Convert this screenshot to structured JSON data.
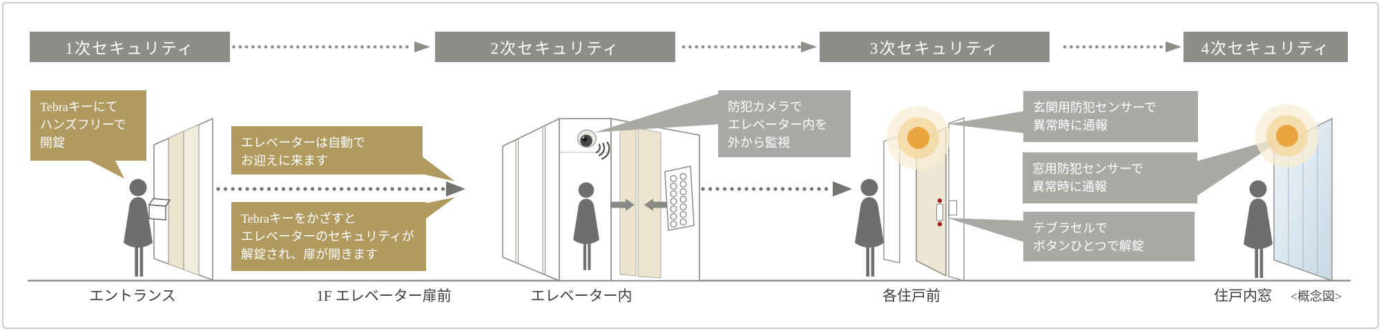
{
  "headers": {
    "bars": [
      {
        "label": "1次セキュリティ"
      },
      {
        "label": "2次セキュリティ"
      },
      {
        "label": "3次セキュリティ"
      },
      {
        "label": "4次セキュリティ"
      }
    ]
  },
  "callouts": {
    "tebra_entry": {
      "style": "tan",
      "lines": [
        "Tebraキーにて",
        "ハンズフリーで",
        "開錠"
      ]
    },
    "elevator_auto": {
      "style": "tan",
      "lines": [
        "エレベーターは自動で",
        "お迎えに来ます"
      ]
    },
    "tebra_elevator": {
      "style": "tan",
      "lines": [
        "Tebraキーをかざすと",
        "エレベーターのセキュリティが",
        "解錠され、扉が開きます"
      ]
    },
    "camera": {
      "style": "gray",
      "lines": [
        "防犯カメラで",
        "エレベーター内を",
        "外から監視"
      ]
    },
    "entry_sensor": {
      "style": "gray",
      "lines": [
        "玄関用防犯センサーで",
        "異常時に通報"
      ]
    },
    "window_sensor": {
      "style": "gray",
      "lines": [
        "窓用防犯センサーで",
        "異常時に通報"
      ]
    },
    "tebracell": {
      "style": "gray",
      "lines": [
        "テブラセルで",
        "ボタンひとつで解錠"
      ]
    }
  },
  "scene": {
    "labels": {
      "entrance": "エントランス",
      "elevator_front": "1F エレベーター扉前",
      "elevator_inside": "エレベーター内",
      "unit_front": "各住戸前",
      "unit_window": "住戸内窓",
      "note": "<概念図>"
    },
    "icons": {
      "camera": "security-camera-icon",
      "glow": "sensor-alert-glow",
      "card_reader": "card-reader-icon",
      "closing_arrows": "door-closing-arrows-icon",
      "buttons": "elevator-buttons-panel"
    }
  },
  "colors": {
    "header_bar_gray": "#8e8e88",
    "tan_callout": "#b19a60",
    "gray_callout": "#a9a9a5",
    "person_gray": "#6e6e6e",
    "beige_panel": "#ebe3ce",
    "cream_door": "#eee7d4",
    "glow_core": "#e8a23a",
    "alert_dot_red": "#a51c20",
    "window_blue": "#ccdbe8"
  }
}
